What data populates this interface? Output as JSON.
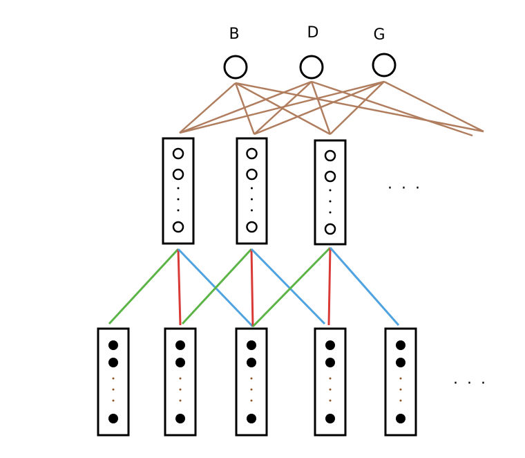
{
  "top_nodes": [
    {
      "label": "B"
    },
    {
      "label": "D"
    },
    {
      "label": "G"
    }
  ],
  "middle_ellipsis": "· · ·",
  "bottom_ellipsis": "· · ·",
  "colors": {
    "brown": "#b07d5e",
    "green": "#5cb447",
    "red": "#d93a36",
    "blue": "#4ea3e0",
    "ink": "#000000",
    "dot_brown": "#8a5a2b"
  }
}
